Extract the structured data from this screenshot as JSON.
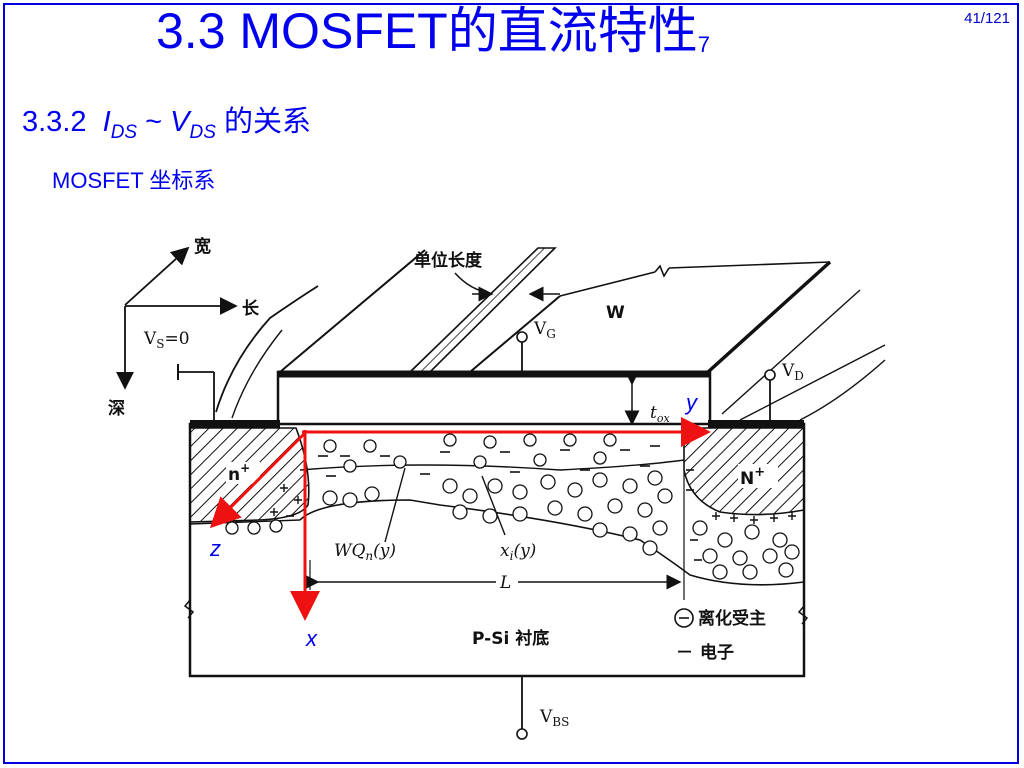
{
  "page": {
    "number": "41/121"
  },
  "title": {
    "main": "3.3  MOSFET的直流特性",
    "index": "7"
  },
  "section": {
    "number": "3.3.2",
    "i": "I",
    "i_sub": "DS",
    "tilde": "~",
    "v": "V",
    "v_sub": "DS",
    "rest": "的关系"
  },
  "subheading": "MOSFET 坐标系",
  "diagram": {
    "orientation": {
      "width": "宽",
      "length": "长",
      "depth": "深"
    },
    "vs_label": "V",
    "vs_sub": "S",
    "vs_value": "=0",
    "vg_label": "V",
    "vg_sub": "G",
    "vd_label": "V",
    "vd_sub": "D",
    "vbs_label": "V",
    "vbs_sub": "BS",
    "unit_length": "单位长度",
    "w_label": "W",
    "tox_label": "t",
    "tox_sub": "ox",
    "n_plus_left": "n",
    "n_plus_right": "N",
    "plus_sign": "+",
    "wqn_label": "WQ",
    "wqn_sub": "n",
    "wqn_arg": "(y)",
    "xi_label": "x",
    "xi_sub": "i",
    "xi_arg": "(y)",
    "l_label": "L",
    "substrate": "P-Si 衬底",
    "legend_acceptor": "离化受主",
    "legend_electron_sym": "－",
    "legend_electron": "电子",
    "axis_x": "x",
    "axis_y": "y",
    "axis_z": "z",
    "colors": {
      "axis": "#ee1111",
      "text_blue": "#0000ee",
      "ink": "#111111"
    }
  }
}
